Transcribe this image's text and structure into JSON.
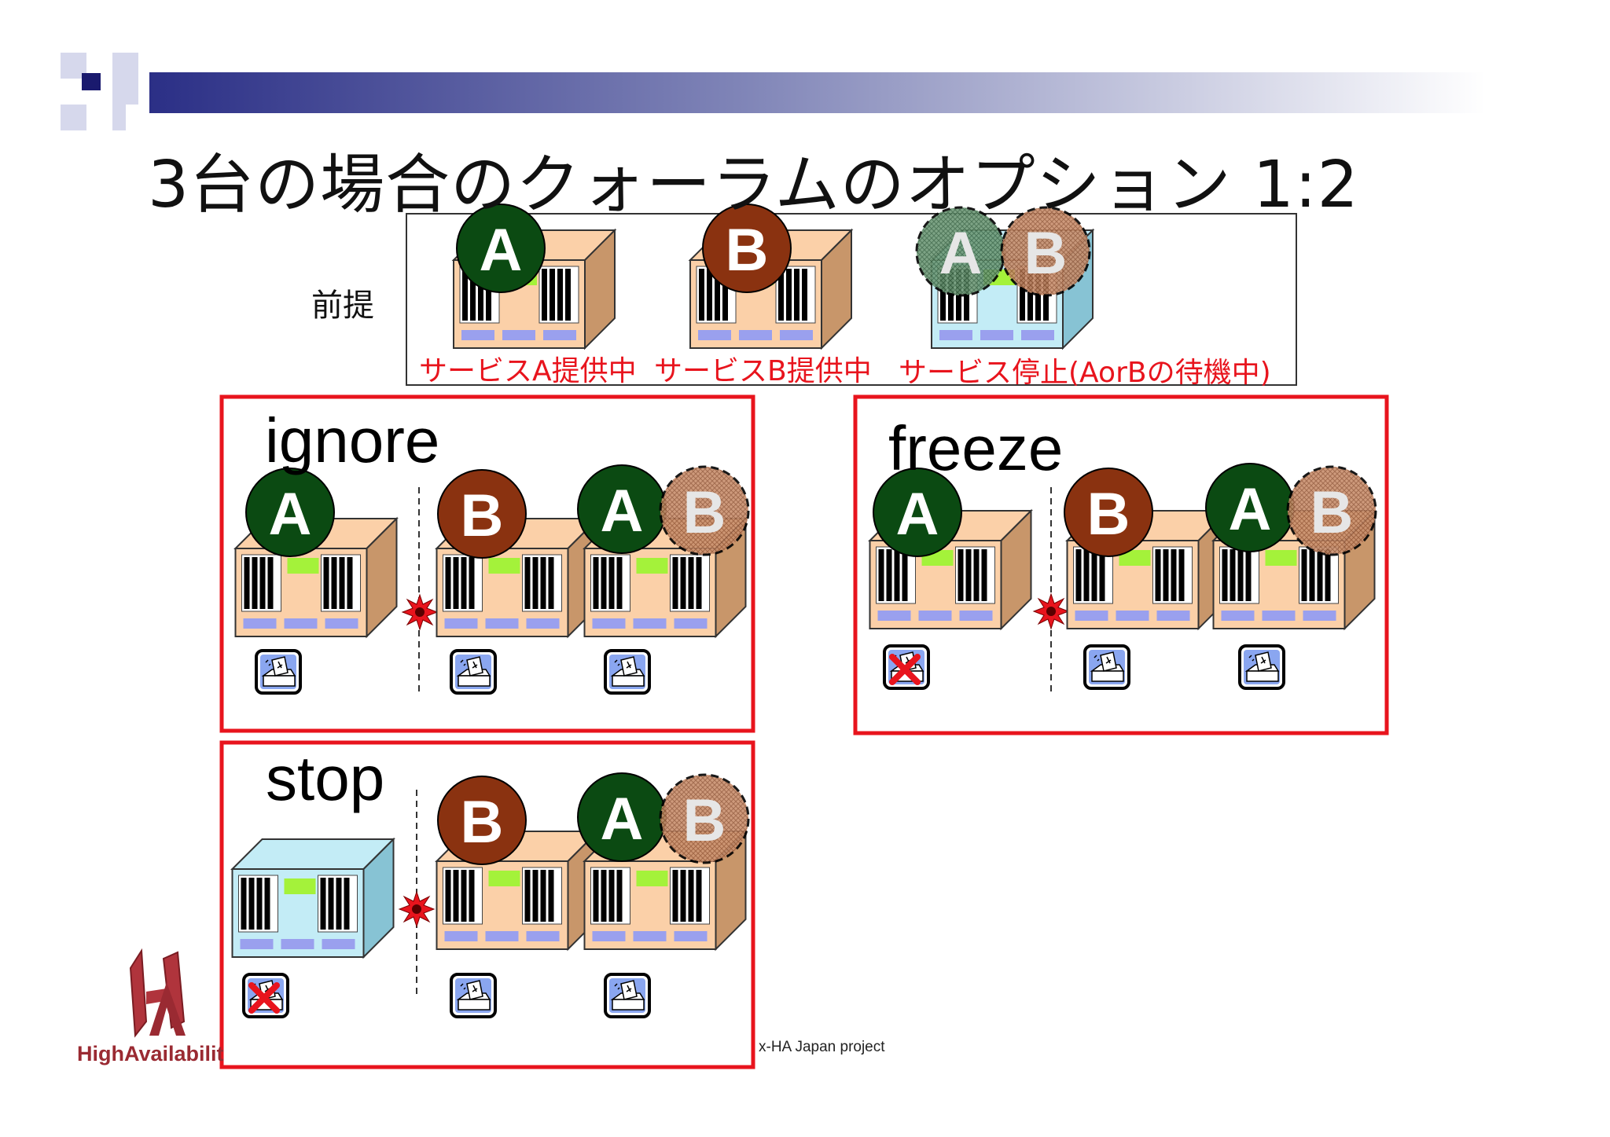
{
  "title": "3台の場合のクォーラムのオプション 1:2",
  "premise": {
    "label": "前提",
    "items": [
      {
        "server_letters": [
          "A"
        ],
        "caption": "サービスA提供中"
      },
      {
        "server_letters": [
          "B"
        ],
        "caption": "サービスB提供中"
      },
      {
        "server_letters": [
          "A",
          "B"
        ],
        "caption": "サービス停止(AorBの待機中)"
      }
    ]
  },
  "panels": [
    {
      "label": "ignore"
    },
    {
      "label": "freeze"
    },
    {
      "label": "stop"
    }
  ],
  "footer": {
    "logo_text": "HighAvailabilit",
    "project": "x-HA Japan project"
  },
  "colors": {
    "accent_red": "#e8141d",
    "service_a": "#0b4a12",
    "service_b": "#8a3210",
    "server_active": "#fbd0a8",
    "server_standby": "#c3ecf6",
    "header_bar": "#2b2f86"
  }
}
